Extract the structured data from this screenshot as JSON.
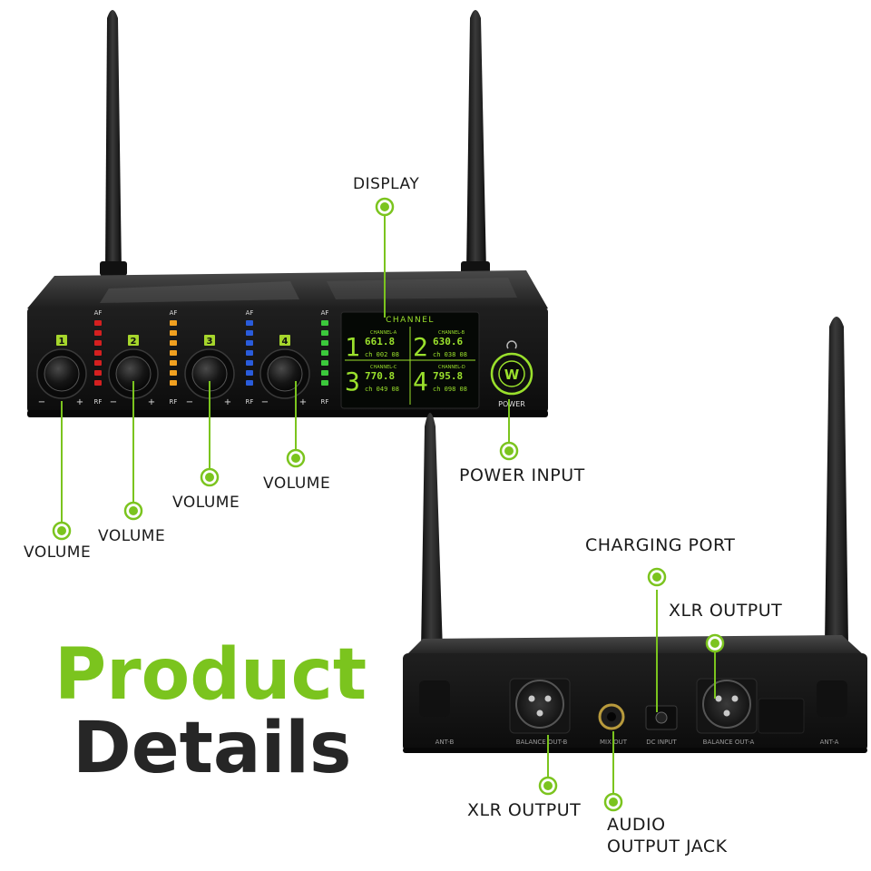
{
  "headline": {
    "line1": "Product",
    "line2": "Details"
  },
  "colors": {
    "accent": "#7bc41e",
    "headline_dark": "#262626",
    "lcd": "#9ae02c"
  },
  "callouts": {
    "display": "DISPLAY",
    "volume_1": "VOLUME",
    "volume_2": "VOLUME",
    "volume_3": "VOLUME",
    "volume_4": "VOLUME",
    "power_input": "POWER INPUT",
    "charging_port": "CHARGING PORT",
    "xlr_output_right": "XLR OUTPUT",
    "xlr_output_left": "XLR OUTPUT",
    "audio_output_line1": "AUDIO",
    "audio_output_line2": "OUTPUT JACK"
  },
  "front_panel": {
    "channel_numbers": [
      "1",
      "2",
      "3",
      "4"
    ],
    "af_label": "AF",
    "rf_label": "RF",
    "power_label": "POWER",
    "display": {
      "header": "CHANNEL",
      "channels": [
        {
          "name": "CHANNEL-A",
          "digit": "1",
          "freq": "661.8",
          "code": "ch 002 08"
        },
        {
          "name": "CHANNEL-B",
          "digit": "2",
          "freq": "630.6",
          "code": "ch 038 08"
        },
        {
          "name": "CHANNEL-C",
          "digit": "3",
          "freq": "770.8",
          "code": "ch 049 08"
        },
        {
          "name": "CHANNEL-D",
          "digit": "4",
          "freq": "795.8",
          "code": "ch 098 08"
        }
      ]
    }
  },
  "rear_panel": {
    "ant_left": "ANT-B",
    "ant_right": "ANT-A",
    "xlr_left_label": "BALANCE OUT-B",
    "xlr_right_label": "BALANCE OUT-A",
    "jack_label": "MIX OUT",
    "dc_label": "DC INPUT"
  }
}
